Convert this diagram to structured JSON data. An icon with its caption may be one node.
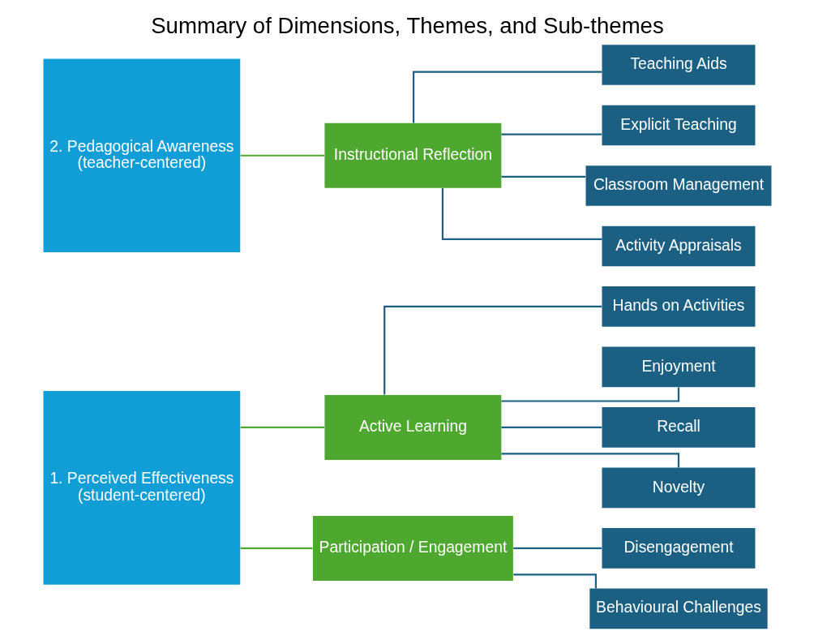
{
  "diagram": {
    "title": "Summary of Dimensions, Themes, and Sub-themes",
    "nodes": [
      {
        "text": [
          "1. Perceived Effectiveness",
          "(student-centered)"
        ]
      },
      {
        "text": [
          "2. Pedagogical Awareness",
          "(teacher-centered)"
        ]
      },
      {
        "text": [
          "Active Learning"
        ]
      },
      {
        "text": [
          "Participation / Engagement"
        ]
      },
      {
        "text": [
          "Instructional Reflection"
        ]
      },
      {
        "text": [
          "Hands on Activities"
        ]
      },
      {
        "text": [
          "Enjoyment"
        ]
      },
      {
        "text": [
          "Recall"
        ]
      },
      {
        "text": [
          "Novelty"
        ]
      },
      {
        "text": [
          "Disengagement"
        ]
      },
      {
        "text": [
          "Behavioural Challenges"
        ]
      },
      {
        "text": [
          "Teaching Aids"
        ]
      },
      {
        "text": [
          "Explicit Teaching"
        ]
      },
      {
        "text": [
          "Classroom Management"
        ]
      },
      {
        "text": [
          "Activity Appraisals"
        ]
      }
    ],
    "edges": [
      {
        "from": 0,
        "to": 2,
        "arrow": "none",
        "color": "#4ea72e"
      },
      {
        "from": 0,
        "to": 3,
        "arrow": "none",
        "color": "#4ea72e"
      },
      {
        "from": 1,
        "to": 4,
        "arrow": "none",
        "color": "#4ea72e"
      },
      {
        "from": 2,
        "to": 5,
        "arrow": "none"
      },
      {
        "from": 2,
        "to": 6,
        "arrow": "none"
      },
      {
        "from": 2,
        "to": 7,
        "arrow": "none"
      },
      {
        "from": 2,
        "to": 8,
        "arrow": "none"
      },
      {
        "from": 3,
        "to": 9,
        "arrow": "none"
      },
      {
        "from": 3,
        "to": 10,
        "arrow": "none"
      },
      {
        "from": 4,
        "to": 11,
        "arrow": "none"
      },
      {
        "from": 4,
        "to": 12,
        "arrow": "none"
      },
      {
        "from": 4,
        "to": 13,
        "arrow": "none"
      },
      {
        "from": 4,
        "to": 14,
        "arrow": "none"
      }
    ]
  }
}
